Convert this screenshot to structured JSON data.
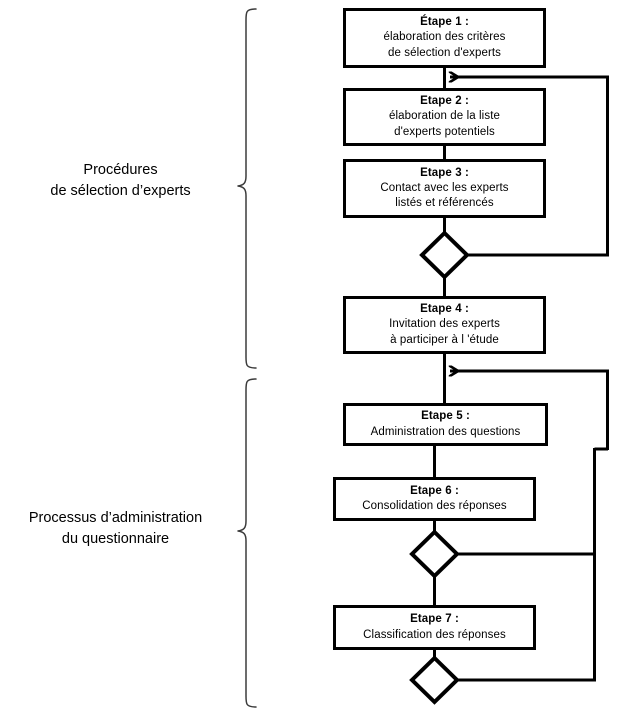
{
  "diagram": {
    "title": "Processus Delphi - procedures de selection d'experts et administration du questionnaire",
    "colors": {
      "stroke": "#000000",
      "background": "#ffffff",
      "brace": "#3b3b3b"
    },
    "groups": [
      {
        "id": "group-selection",
        "label": "Procédures\nde sélection d’experts"
      },
      {
        "id": "group-administration",
        "label": "Processus d’administration\ndu questionnaire"
      }
    ],
    "nodes": [
      {
        "id": "etape-1",
        "title": "Étape 1 :",
        "lines": [
          "élaboration des critères",
          "de sélection d'experts"
        ]
      },
      {
        "id": "etape-2",
        "title": "Etape 2 :",
        "lines": [
          "élaboration de la liste",
          "d'experts potentiels"
        ]
      },
      {
        "id": "etape-3",
        "title": "Etape 3 :",
        "lines": [
          "Contact avec les experts",
          "listés et référencés"
        ]
      },
      {
        "id": "etape-4",
        "title": "Etape 4 :",
        "lines": [
          "Invitation des experts",
          "à participer à l 'étude"
        ]
      },
      {
        "id": "etape-5",
        "title": "Etape 5 :",
        "lines": [
          "Administration des questions"
        ]
      },
      {
        "id": "etape-6",
        "title": "Etape 6 :",
        "lines": [
          "Consolidation des réponses"
        ]
      },
      {
        "id": "etape-7",
        "title": "Etape 7 :",
        "lines": [
          "Classification des réponses"
        ]
      }
    ],
    "decisions": [
      {
        "id": "decision-after-etape-3",
        "label": ""
      },
      {
        "id": "decision-after-etape-6",
        "label": ""
      },
      {
        "id": "decision-after-etape-7",
        "label": ""
      }
    ]
  }
}
